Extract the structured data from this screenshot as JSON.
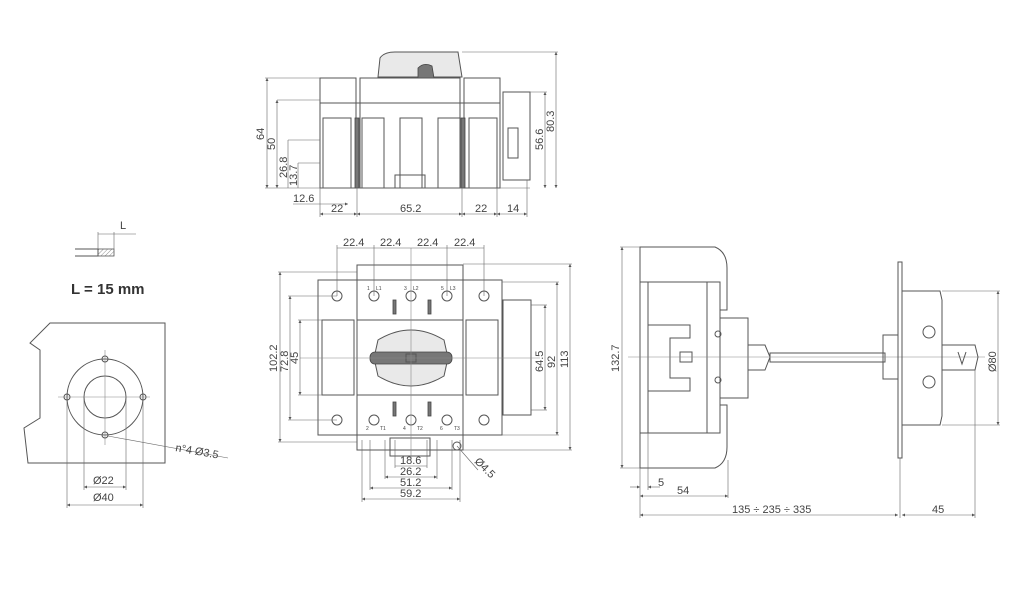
{
  "detail": {
    "label_L": "L",
    "note": "L = 15 mm"
  },
  "mounting": {
    "inner_dia": "Ø22",
    "outer_dia": "Ø40",
    "holes": "n°4 Ø3.5"
  },
  "top_view": {
    "dims_left": [
      "64",
      "50",
      "26.8",
      "13.7"
    ],
    "dims_right": [
      "56.6",
      "80.3"
    ],
    "dims_bottom": [
      "12.6",
      "22",
      "65.2",
      "22",
      "14"
    ]
  },
  "front_view": {
    "dims_top": [
      "22.4",
      "22.4",
      "22.4",
      "22.4"
    ],
    "dims_left": [
      "102.2",
      "72.8",
      "45"
    ],
    "dims_right": [
      "64.5",
      "92",
      "113"
    ],
    "dims_bottom": [
      "18.6",
      "26.2",
      "51.2",
      "59.2"
    ],
    "hole": "Ø4.5",
    "terminals_top": [
      "1",
      "L1",
      "3",
      "L2",
      "5",
      "L3"
    ],
    "terminals_bottom": [
      "2",
      "T1",
      "4",
      "T2",
      "6",
      "T3"
    ]
  },
  "side_view": {
    "height": "132.7",
    "handle_dia": "Ø80",
    "dims_bottom": [
      "5",
      "54",
      "135 ÷ 235 ÷ 335",
      "45"
    ]
  }
}
